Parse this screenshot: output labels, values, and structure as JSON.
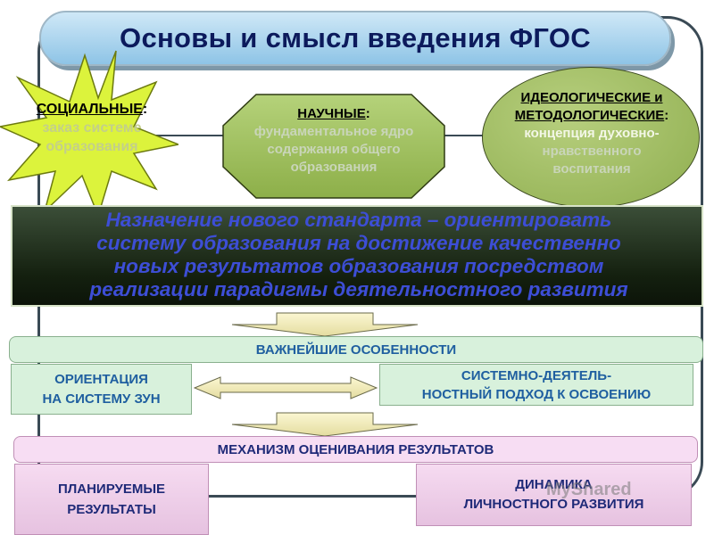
{
  "title": "Основы и смысл введения ФГОС",
  "social": {
    "heading": "СОЦИАЛЬНЫЕ",
    "colon": ":",
    "text_line1": "заказ системе",
    "text_line2": "образования"
  },
  "scientific": {
    "heading": "НАУЧНЫЕ",
    "colon": ":",
    "text_line1": "фундаментальное ядро",
    "text_line2": "содержания общего",
    "text_line3": "образования"
  },
  "ideological": {
    "heading_line1": "ИДЕОЛОГИЧЕСКИЕ и",
    "heading_line2": "МЕТОДОЛОГИЧЕСКИЕ",
    "colon": ":",
    "text_line1": "концепция духовно-",
    "text_line2": "нравственного",
    "text_line3": "воспитания"
  },
  "purpose": {
    "line1": "Назначение нового стандарта – ориентировать",
    "line2": "систему образования на достижение качественно",
    "line3": "новых результатов образования посредством",
    "line4": "реализации парадигмы деятельностного развития"
  },
  "features_bar": "ВАЖНЕЙШИЕ ОСОБЕННОСТИ",
  "zun_box": {
    "line1": "ОРИЕНТАЦИЯ",
    "line2": "НА СИСТЕМУ ЗУН"
  },
  "system_box": {
    "line1": "СИСТЕМНО-ДЕЯТЕЛЬ-",
    "line2": "НОСТНЫЙ ПОДХОД К ОСВОЕНИЮ"
  },
  "mechanism_bar": "МЕХАНИЗМ ОЦЕНИВАНИЯ РЕЗУЛЬТАТОВ",
  "planned_box": {
    "line1": "ПЛАНИРУЕМЫЕ",
    "line2": "РЕЗУЛЬТАТЫ"
  },
  "dynamics_box": {
    "line1": "ДИНАМИКА",
    "line2": "ЛИЧНОСТНОГО РАЗВИТИЯ"
  },
  "watermark": "MyShared",
  "colors": {
    "title_text": "#0c1a5c",
    "band_text": "#3d4ed6",
    "blue_text": "#1f5fa0",
    "navy_text": "#1f2a78",
    "star_fill": "#d8f23a",
    "octa_fill": "#9cc05a",
    "ellipse_fill": "#a3bf63"
  }
}
